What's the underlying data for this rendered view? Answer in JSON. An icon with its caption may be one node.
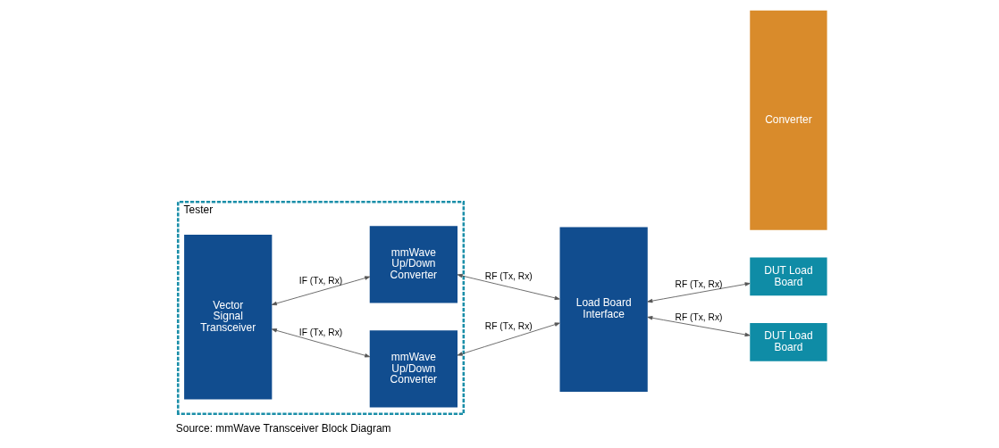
{
  "diagram": {
    "caption": "Source: mmWave Transceiver Block Diagram",
    "nodes": [
      {
        "text": [
          "Tester"
        ]
      },
      {
        "text": [
          "Vector Signal Transceiver"
        ],
        "in": 0
      },
      {
        "text": [
          "mmWave Up/Down Converter"
        ],
        "in": 0
      },
      {
        "text": [
          "mmWave Up/Down Converter"
        ],
        "in": 0
      },
      {
        "text": [
          "Load Board Interface"
        ]
      },
      {
        "text": [
          "DUT Load Board"
        ]
      },
      {
        "text": [
          "DUT Load Board"
        ]
      },
      {
        "text": [
          "Converter"
        ]
      }
    ],
    "edges": [
      {
        "from": 1,
        "to": 2,
        "arrow": "both",
        "label": "IF (Tx, Rx)"
      },
      {
        "from": 1,
        "to": 3,
        "arrow": "both",
        "label": "IF (Tx, Rx)"
      },
      {
        "from": 2,
        "to": 4,
        "arrow": "both",
        "label": "RF (Tx, Rx)"
      },
      {
        "from": 3,
        "to": 4,
        "arrow": "both",
        "label": "RF (Tx, Rx)"
      },
      {
        "from": 4,
        "to": 5,
        "arrow": "both",
        "label": "RF (Tx, Rx)"
      },
      {
        "from": 4,
        "to": 6,
        "arrow": "both",
        "label": "RF (Tx, Rx)"
      }
    ]
  }
}
